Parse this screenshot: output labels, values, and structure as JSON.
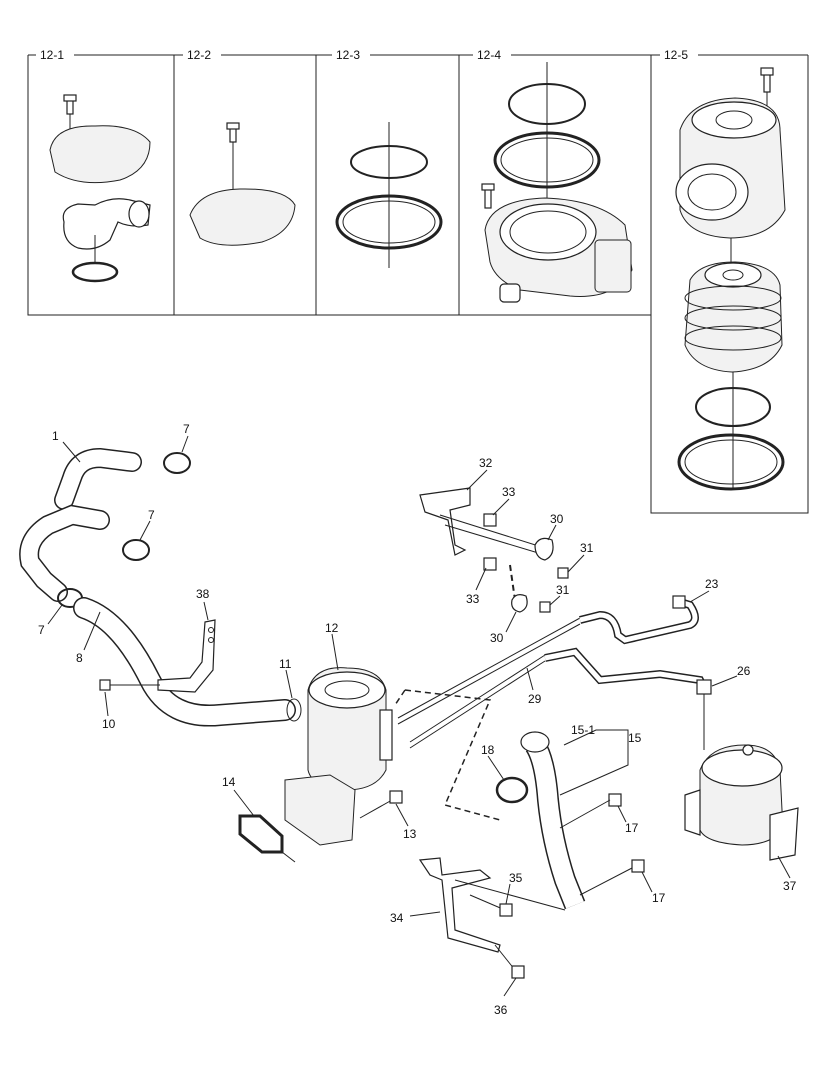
{
  "boxes": [
    {
      "id": "12-1",
      "label": "12-1"
    },
    {
      "id": "12-2",
      "label": "12-2"
    },
    {
      "id": "12-3",
      "label": "12-3"
    },
    {
      "id": "12-4",
      "label": "12-4"
    },
    {
      "id": "12-5",
      "label": "12-5"
    }
  ],
  "callouts": [
    {
      "id": "c1",
      "label": "1"
    },
    {
      "id": "c7a",
      "label": "7"
    },
    {
      "id": "c7b",
      "label": "7"
    },
    {
      "id": "c7c",
      "label": "7"
    },
    {
      "id": "c8",
      "label": "8"
    },
    {
      "id": "c10",
      "label": "10"
    },
    {
      "id": "c38",
      "label": "38"
    },
    {
      "id": "c11",
      "label": "11"
    },
    {
      "id": "c12",
      "label": "12"
    },
    {
      "id": "c13",
      "label": "13"
    },
    {
      "id": "c14",
      "label": "14"
    },
    {
      "id": "c32",
      "label": "32"
    },
    {
      "id": "c33a",
      "label": "33"
    },
    {
      "id": "c33b",
      "label": "33"
    },
    {
      "id": "c30a",
      "label": "30"
    },
    {
      "id": "c30b",
      "label": "30"
    },
    {
      "id": "c31a",
      "label": "31"
    },
    {
      "id": "c31b",
      "label": "31"
    },
    {
      "id": "c23",
      "label": "23"
    },
    {
      "id": "c26",
      "label": "26"
    },
    {
      "id": "c29",
      "label": "29"
    },
    {
      "id": "c15-1",
      "label": "15-1"
    },
    {
      "id": "c15",
      "label": "15"
    },
    {
      "id": "c18",
      "label": "18"
    },
    {
      "id": "c17a",
      "label": "17"
    },
    {
      "id": "c17b",
      "label": "17"
    },
    {
      "id": "c35",
      "label": "35"
    },
    {
      "id": "c34",
      "label": "34"
    },
    {
      "id": "c36",
      "label": "36"
    },
    {
      "id": "c37",
      "label": "37"
    }
  ]
}
